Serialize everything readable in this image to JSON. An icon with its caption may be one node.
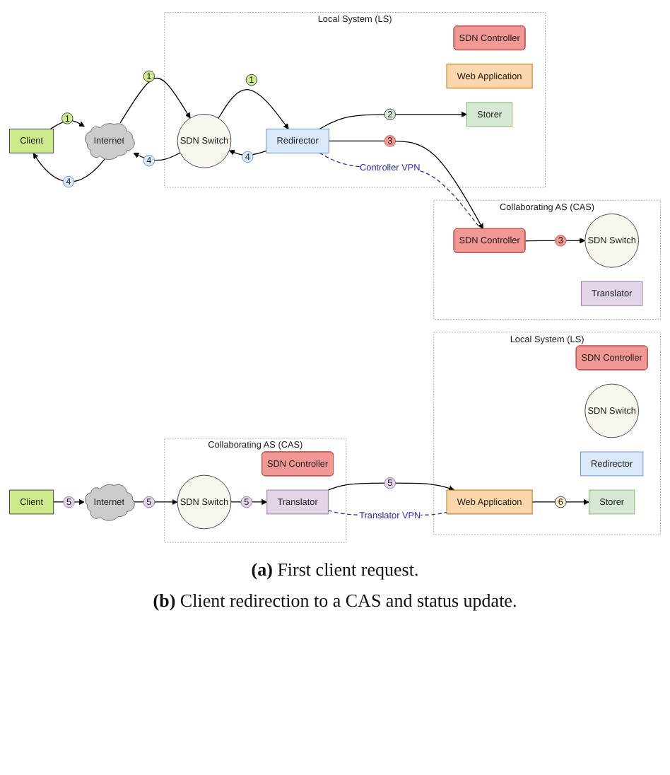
{
  "diagram": {
    "nodes": [
      {
        "text": [
          "Collaborating AS (CAS)"
        ]
      },
      {
        "text": [
          "SDN Controller"
        ],
        "in": 0
      },
      {
        "text": [
          "SDN Switch"
        ],
        "in": 0
      },
      {
        "text": [
          "Translator"
        ],
        "in": 0
      },
      {
        "text": [
          "Client"
        ]
      },
      {
        "text": [
          "Internet"
        ]
      },
      {
        "text": [
          "Local System (LS)"
        ]
      },
      {
        "text": [
          "SDN Controller"
        ],
        "in": 6
      },
      {
        "text": [
          "SDN Switch"
        ],
        "in": 6
      },
      {
        "text": [
          "Redirector"
        ],
        "in": 6
      },
      {
        "text": [
          "Web Application"
        ],
        "in": 6
      },
      {
        "text": [
          "Storer"
        ],
        "in": 6
      },
      {
        "text": [
          "Collaborating AS (CAS)"
        ]
      },
      {
        "text": [
          "SDN Controller"
        ],
        "in": 12
      },
      {
        "text": [
          "SDN Switch"
        ],
        "in": 12
      },
      {
        "text": [
          "Translator"
        ],
        "in": 12
      },
      {
        "text": [
          "Client"
        ]
      },
      {
        "text": [
          "Internet"
        ]
      },
      {
        "text": [
          "Local System (LS)"
        ]
      },
      {
        "text": [
          "SDN Controller"
        ],
        "in": 18
      },
      {
        "text": [
          "SDN Switch"
        ],
        "in": 18
      },
      {
        "text": [
          "Redirector"
        ],
        "in": 18
      },
      {
        "text": [
          "Web Application"
        ],
        "in": 18
      },
      {
        "text": [
          "Storer"
        ],
        "in": 18
      }
    ],
    "edges": [
      {
        "from": 9,
        "to": 1,
        "arrow": "to",
        "label": "3"
      },
      {
        "from": 9,
        "to": 1,
        "arrow": "none",
        "label": "Controller VPN",
        "style": "dashed",
        "color": "#2b2bb0"
      },
      {
        "from": 1,
        "to": 2,
        "arrow": "to",
        "label": "3"
      },
      {
        "from": 4,
        "to": 5,
        "arrow": "to",
        "label": "1"
      },
      {
        "from": 5,
        "to": 4,
        "arrow": "to",
        "label": "4"
      },
      {
        "from": 5,
        "to": 8,
        "arrow": "to",
        "label": "1"
      },
      {
        "from": 8,
        "to": 5,
        "arrow": "to",
        "label": "4"
      },
      {
        "from": 8,
        "to": 9,
        "arrow": "to",
        "label": "1"
      },
      {
        "from": 9,
        "to": 8,
        "arrow": "to",
        "label": "4"
      },
      {
        "from": 9,
        "to": 11,
        "arrow": "to",
        "label": "2"
      },
      {
        "from": 16,
        "to": 17,
        "arrow": "to",
        "label": "5"
      },
      {
        "from": 17,
        "to": 14,
        "arrow": "to",
        "label": "5"
      },
      {
        "from": 14,
        "to": 15,
        "arrow": "to",
        "label": "5"
      },
      {
        "from": 15,
        "to": 22,
        "arrow": "to",
        "label": "5"
      },
      {
        "from": 15,
        "to": 22,
        "arrow": "none",
        "label": "Translator VPN",
        "style": "dashed",
        "color": "#2b2bb0"
      },
      {
        "from": 22,
        "to": 23,
        "arrow": "to",
        "label": "6"
      }
    ],
    "labels": [
      "**(a)** First client request.",
      "**(b)** Client redirection to a CAS and status update."
    ]
  }
}
